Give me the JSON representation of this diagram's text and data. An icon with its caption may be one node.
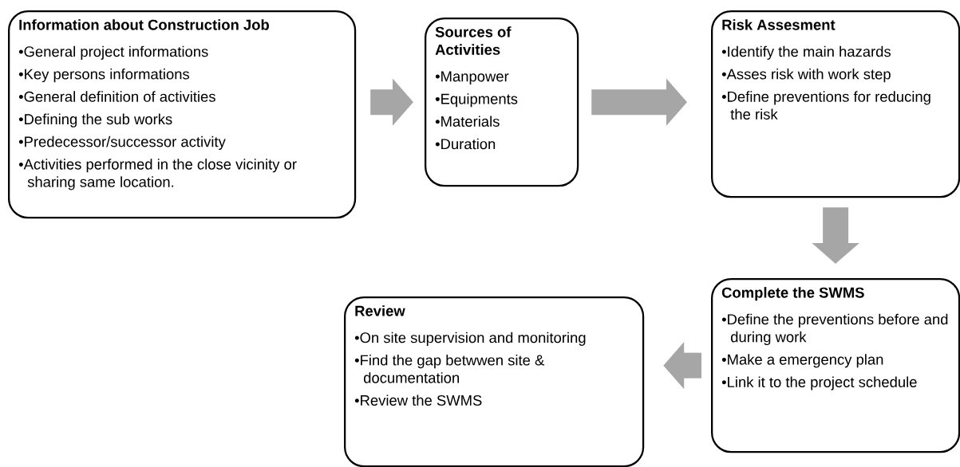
{
  "diagram": {
    "nodes": [
      {
        "text": [
          "Information about Construction Job",
          "•General project informations",
          "•Key persons informations",
          "•General definition of activities",
          "•Defining the sub works",
          "•Predecessor/successor activity",
          "•Activities performed in the close vicinity or sharing same location."
        ]
      },
      {
        "text": [
          "Sources of Activities",
          "•Manpower",
          "•Equipments",
          "•Materials",
          "•Duration"
        ]
      },
      {
        "text": [
          "Risk Assesment",
          "•Identify the main hazards",
          "•Asses risk with work step",
          "•Define preventions for reducing the risk"
        ]
      },
      {
        "text": [
          "Complete the SWMS",
          "•Define the preventions before and during work",
          "•Make a emergency plan",
          "•Link it to the project schedule"
        ]
      },
      {
        "text": [
          "Review",
          "•On site supervision and monitoring",
          "•Find the gap betwwen site & documentation",
          "•Review the SWMS"
        ]
      }
    ],
    "edges": [
      {
        "from": 0,
        "to": 1,
        "arrow": "to"
      },
      {
        "from": 1,
        "to": 2,
        "arrow": "to"
      },
      {
        "from": 2,
        "to": 3,
        "arrow": "to"
      },
      {
        "from": 3,
        "to": 4,
        "arrow": "to"
      }
    ]
  }
}
